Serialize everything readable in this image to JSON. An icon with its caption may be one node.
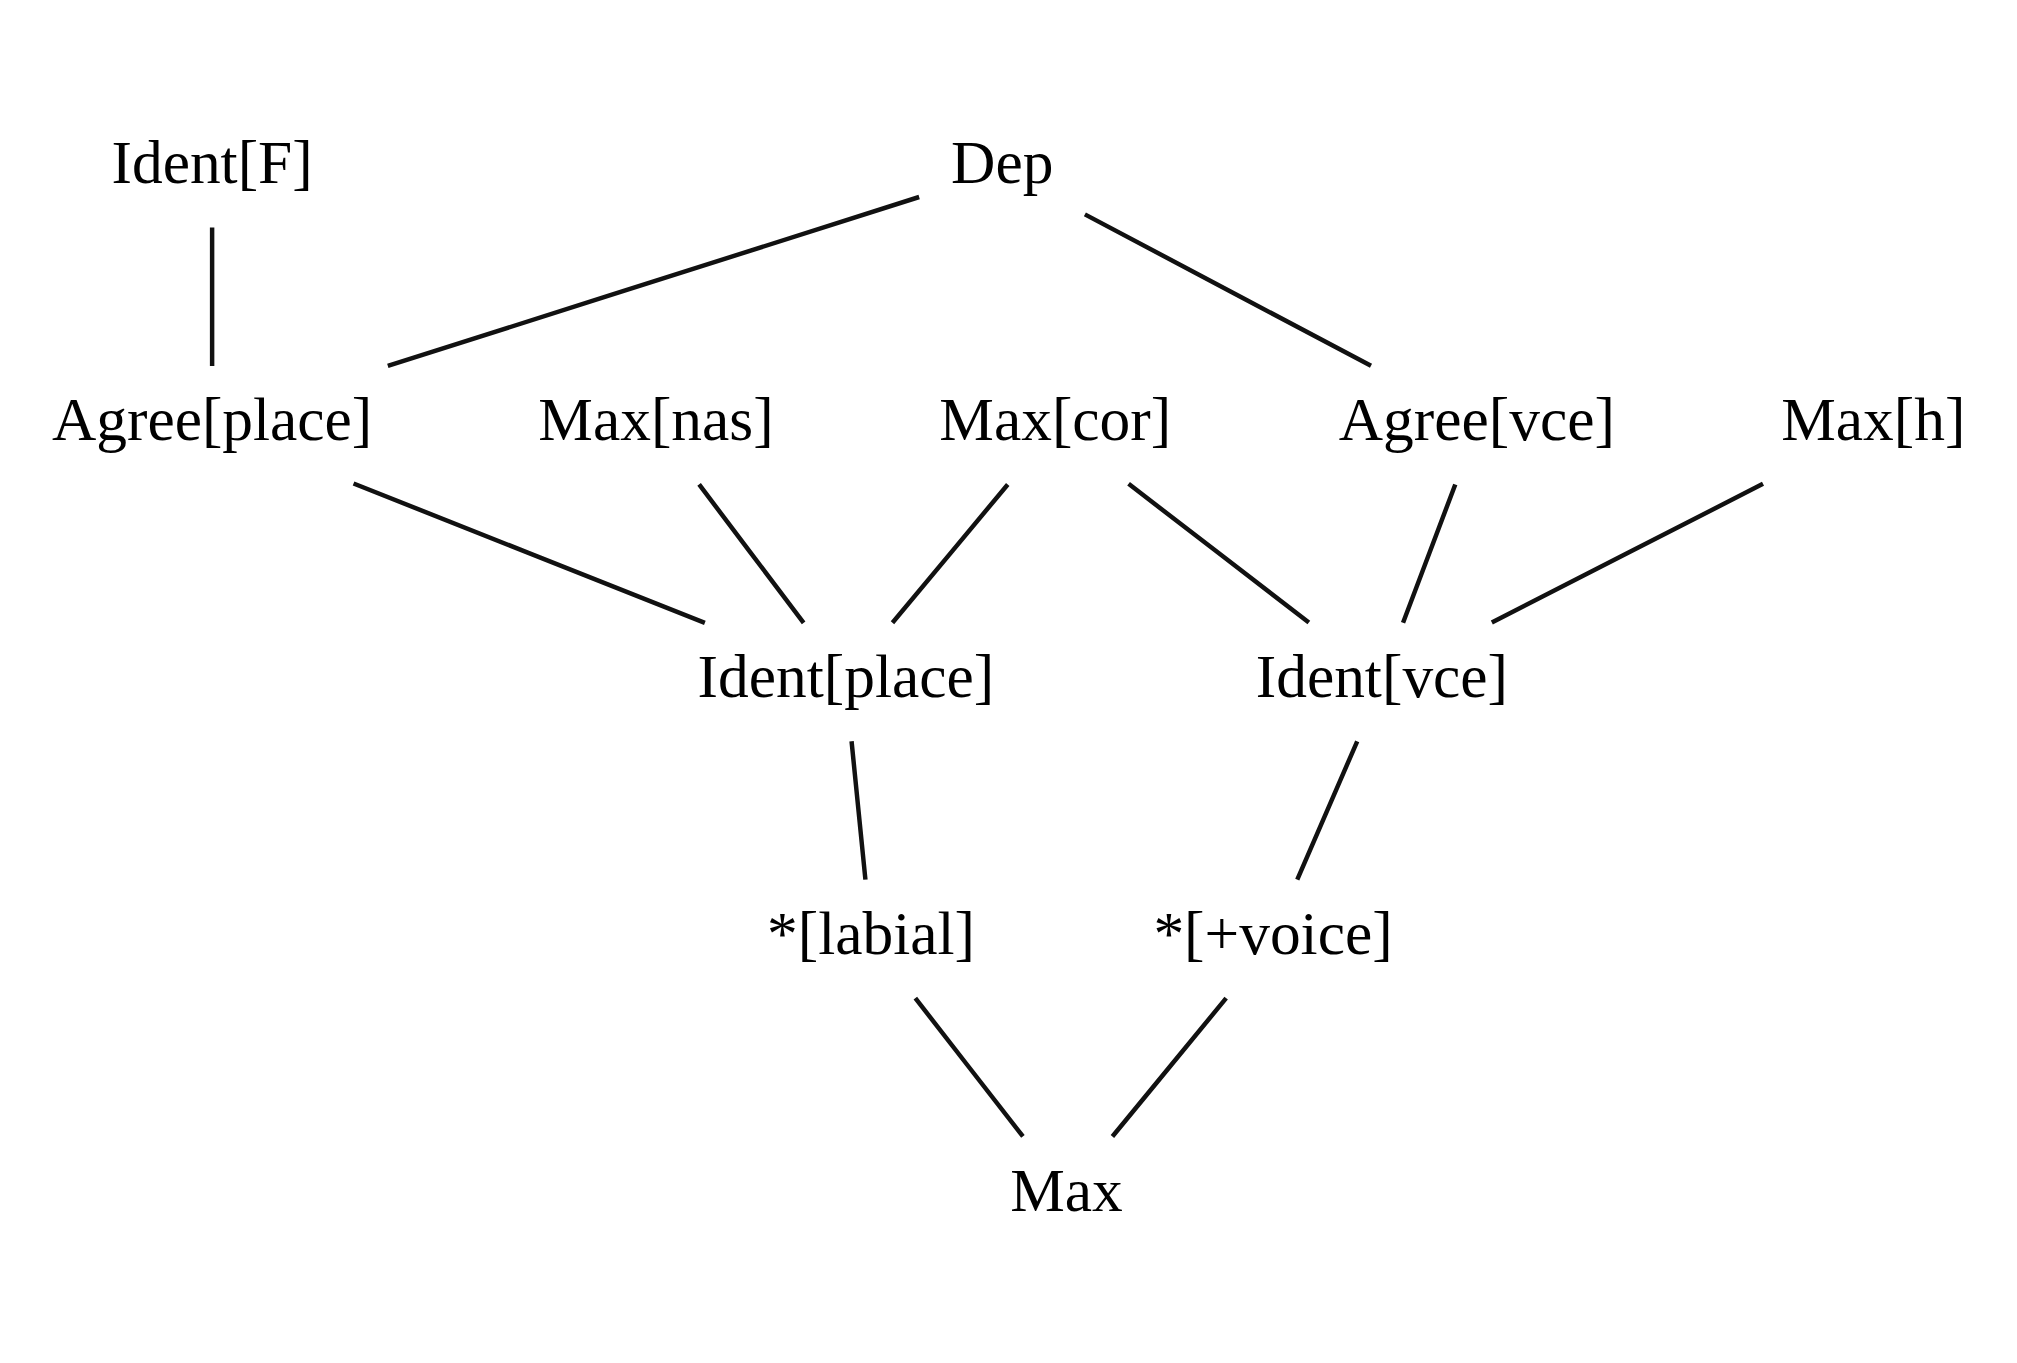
{
  "diagram": {
    "nodes": [
      {
        "text": [
          "Ident[F]"
        ]
      },
      {
        "text": [
          "Dep"
        ]
      },
      {
        "text": [
          "Max[nas]"
        ]
      },
      {
        "text": [
          "Agree[place]"
        ]
      },
      {
        "text": [
          "Max[cor]"
        ]
      },
      {
        "text": [
          "Agree[vce]"
        ]
      },
      {
        "text": [
          "Max[h]"
        ]
      },
      {
        "text": [
          "Ident[place]"
        ]
      },
      {
        "text": [
          "Ident[vce]"
        ]
      },
      {
        "text": [
          "*[labial]"
        ]
      },
      {
        "text": [
          "*[+voice]"
        ]
      },
      {
        "text": [
          "Max"
        ]
      }
    ],
    "edges": [
      {
        "from": 0,
        "to": 3,
        "arrow": "none"
      },
      {
        "from": 1,
        "to": 3,
        "arrow": "none"
      },
      {
        "from": 1,
        "to": 5,
        "arrow": "none"
      },
      {
        "from": 2,
        "to": 7,
        "arrow": "none"
      },
      {
        "from": 3,
        "to": 7,
        "arrow": "none"
      },
      {
        "from": 4,
        "to": 7,
        "arrow": "none"
      },
      {
        "from": 4,
        "to": 8,
        "arrow": "none"
      },
      {
        "from": 5,
        "to": 8,
        "arrow": "none"
      },
      {
        "from": 6,
        "to": 8,
        "arrow": "none"
      },
      {
        "from": 7,
        "to": 9,
        "arrow": "none"
      },
      {
        "from": 8,
        "to": 10,
        "arrow": "none"
      },
      {
        "from": 9,
        "to": 11,
        "arrow": "none"
      },
      {
        "from": 10,
        "to": 11,
        "arrow": "none"
      }
    ]
  }
}
